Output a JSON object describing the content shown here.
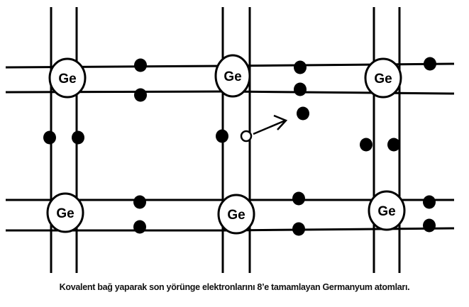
{
  "diagram": {
    "atom_label": "Ge",
    "atoms": [
      "Ge",
      "Ge",
      "Ge",
      "Ge",
      "Ge",
      "Ge"
    ],
    "caption": "Kovalent bağ yaparak son yörünge elektronlarını 8’e tamamlayan Germanyum atomları.",
    "colors": {
      "line": "#000000",
      "background": "#ffffff",
      "electron": "#000000",
      "hole": "#ffffff"
    }
  }
}
